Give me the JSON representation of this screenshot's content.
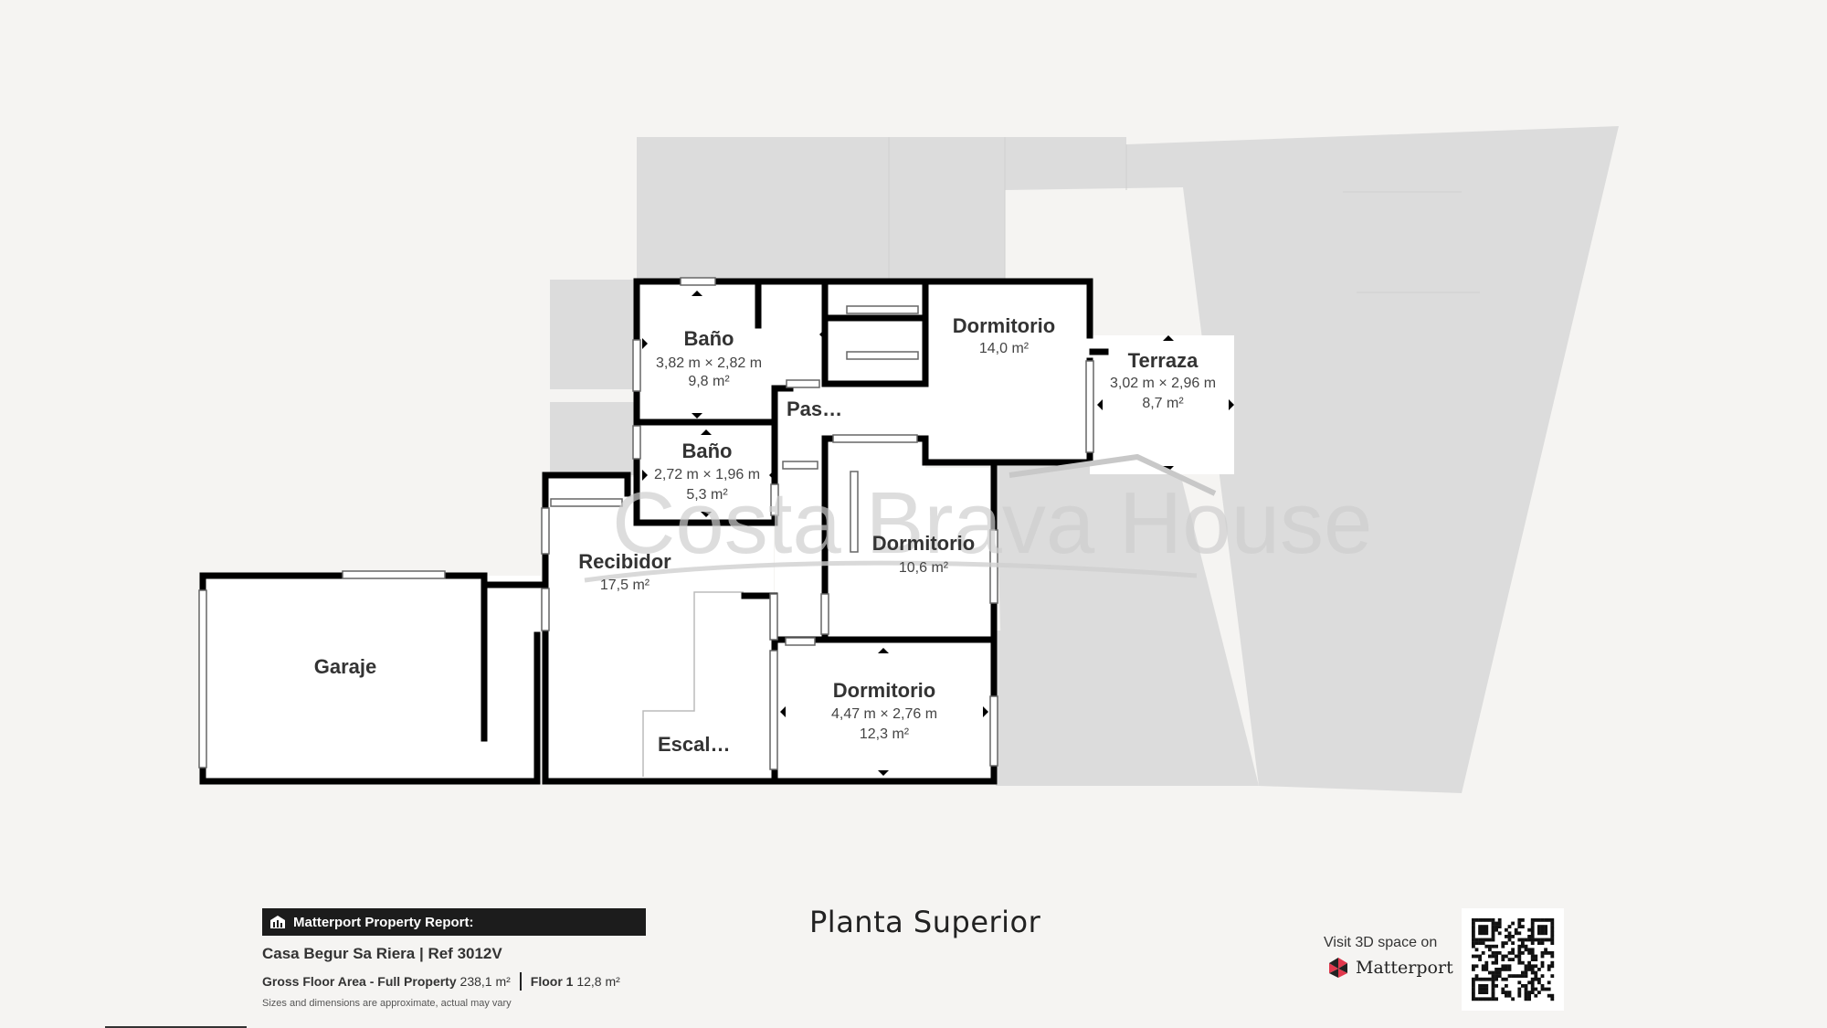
{
  "watermark": "Costa Brava House",
  "rooms": {
    "bano1": {
      "name": "Baño",
      "dims": "3,82 m × 2,82 m",
      "area": "9,8 m²"
    },
    "dormitorio1": {
      "name": "Dormitorio",
      "area": "14,0 m²"
    },
    "terraza": {
      "name": "Terraza",
      "dims": "3,02 m × 2,96 m",
      "area": "8,7 m²"
    },
    "pasillo": {
      "name": "Pas…"
    },
    "bano2": {
      "name": "Baño",
      "dims": "2,72 m × 1,96 m",
      "area": "5,3 m²"
    },
    "recibidor": {
      "name": "Recibidor",
      "area": "17,5 m²"
    },
    "dormitorio2": {
      "name": "Dormitorio",
      "area": "10,6 m²"
    },
    "garaje": {
      "name": "Garaje"
    },
    "dormitorio3": {
      "name": "Dormitorio",
      "dims": "4,47 m × 2,76 m",
      "area": "12,3 m²"
    },
    "escalera": {
      "name": "Escal…"
    }
  },
  "report": {
    "header": "Matterport Property Report:",
    "property": "Casa Begur Sa Riera | Ref 3012V",
    "gross_label": "Gross Floor Area - Full Property",
    "gross_value": "238,1 m²",
    "floor_label": "Floor 1",
    "floor_value": "12,8 m²",
    "disclaimer": "Sizes and dimensions are approximate, actual may vary"
  },
  "floor_name": "Planta Superior",
  "visit_text": "Visit 3D space on",
  "brand": "Matterport",
  "icons": [
    "building-icon",
    "matterport-logo-icon",
    "qr-code-icon"
  ]
}
